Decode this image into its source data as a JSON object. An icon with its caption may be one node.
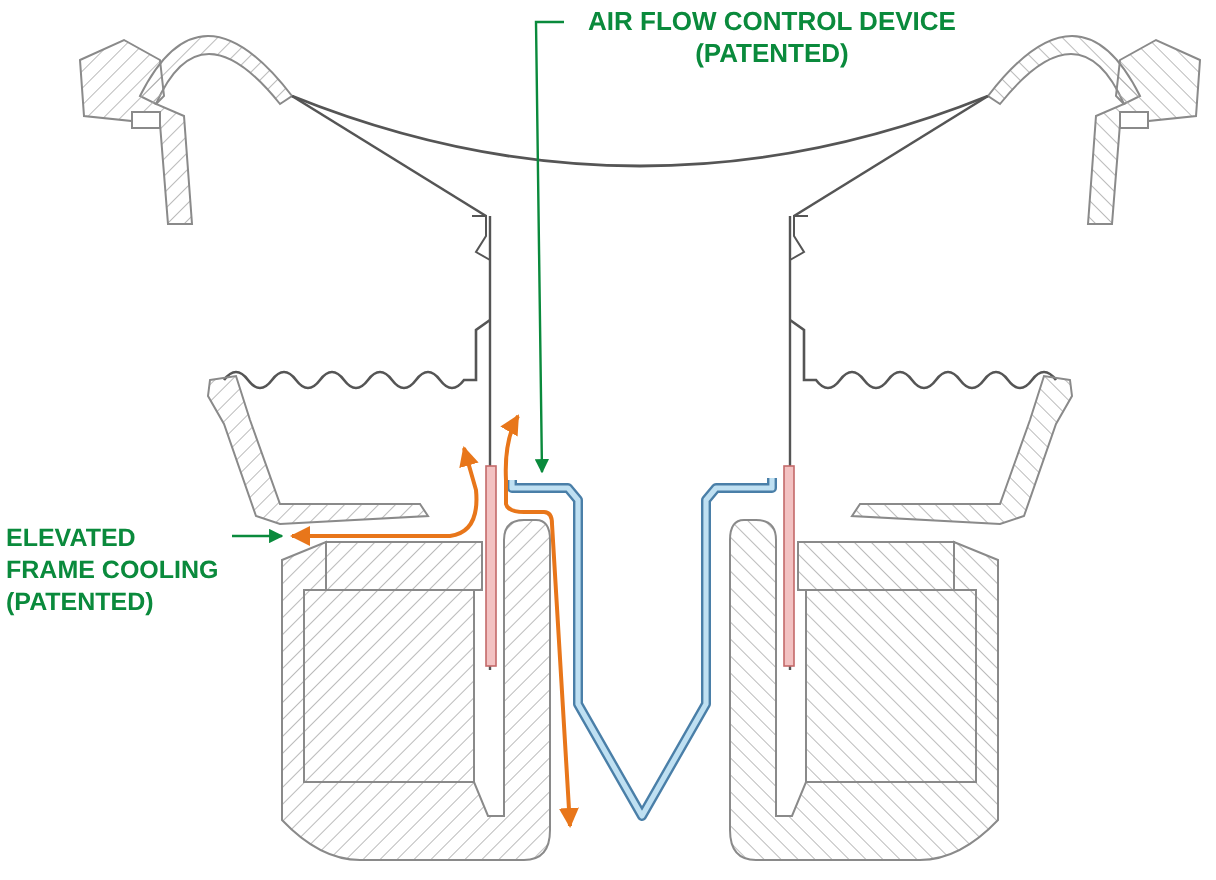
{
  "diagram": {
    "nodes": [
      {
        "text": [
          "AIR FLOW CONTROL DEVICE (PATENTED)"
        ]
      },
      {
        "text": [],
        "shape": "picture"
      },
      {
        "text": [
          "ELEVATED FRAME COOLING (PATENTED)"
        ]
      }
    ],
    "edges": [
      {
        "from": 0,
        "to": 1,
        "arrow": "to"
      },
      {
        "from": 2,
        "to": null,
        "arrow": "to"
      }
    ]
  }
}
